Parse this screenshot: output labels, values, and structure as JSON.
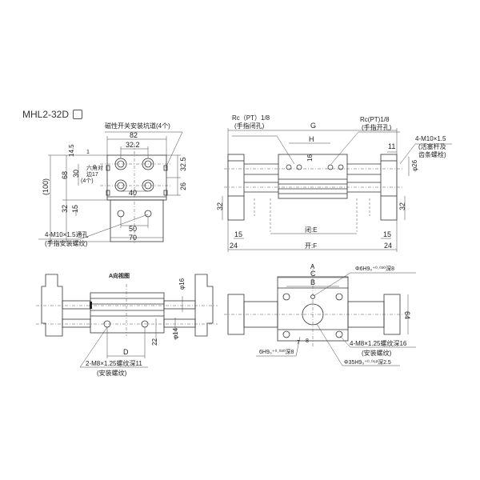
{
  "header": {
    "model": "MHL2-32D"
  },
  "views": {
    "top_left": {
      "switch_groove_label": "磁性开关安装坑道(4个)",
      "dims": {
        "w82": "82",
        "w32_2": "32.2",
        "d1": "1",
        "d14_5": "14.5",
        "d30": "30",
        "d68": "68",
        "d100": "(100)",
        "d32": "32",
        "d15": "15",
        "d40": "40",
        "d50": "50",
        "d70": "70",
        "d32_5": "32.5",
        "d26": "26"
      },
      "hex_label_1": "六角对",
      "hex_label_2": "边17",
      "hex_label_3": "(4个)",
      "thread_note_1": "4-M10×1.5通孔",
      "thread_note_2": "(手指安装螺纹)"
    },
    "top_right": {
      "port_close_1": "Rc（PT）1/8",
      "port_close_2": "(手指闭孔)",
      "port_open_1": "Rc(PT)1/8",
      "port_open_2": "(手指开孔)",
      "rod_note_1": "4-M10×1.5",
      "rod_note_2": "(活塞杆及",
      "rod_note_3": "齿条螺栓)",
      "dims": {
        "G": "G",
        "H": "H",
        "d16": "16",
        "d11": "11",
        "phi26": "φ26",
        "d32l": "32",
        "d32r": "32",
        "d15l": "15",
        "d15r": "15",
        "d24l": "24",
        "d24r": "24",
        "E": "闭:E",
        "F": "开:F"
      }
    },
    "bottom_left": {
      "view_title": "A向视图",
      "dims": {
        "phi16": "φ16",
        "phi14": "φ14",
        "d22": "22",
        "D": "D"
      },
      "thread_note_1": "2-M8×1.25螺纹深11",
      "thread_note_2": "(安装螺纹)"
    },
    "bottom_right": {
      "arrow_label": "A",
      "dims": {
        "C": "C",
        "B": "B",
        "d64": "64",
        "d7": "7",
        "d8": "8"
      },
      "pin_hole_top": "Φ6H9₀⁺⁰·⁰³⁰深8",
      "pin_hole_bottom": "6H9₀⁺⁰·⁰³⁰深8",
      "thread_note_1": "4-M8×1.25螺纹深16",
      "thread_note_2": "(安装螺纹)",
      "bore_note": "Φ35H9₀⁺⁰·⁰⁶²深2.5"
    }
  }
}
